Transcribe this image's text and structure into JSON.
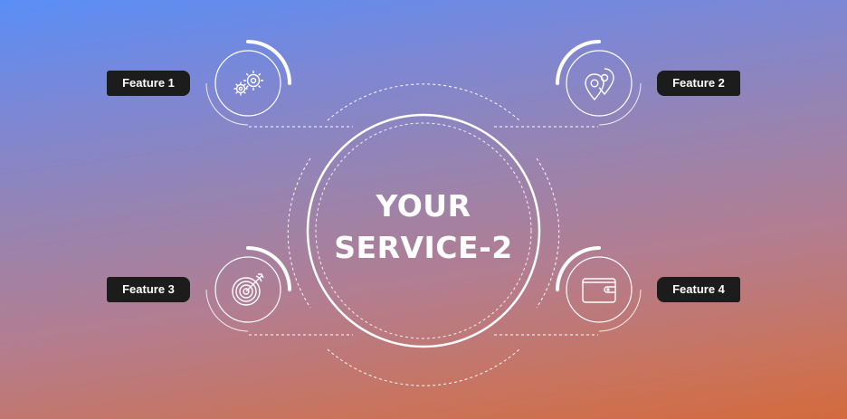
{
  "center": {
    "line1": "YOUR",
    "line2": "SERVICE-2"
  },
  "features": [
    {
      "label": "Feature 1",
      "icon": "gears-icon"
    },
    {
      "label": "Feature 2",
      "icon": "map-pins-icon"
    },
    {
      "label": "Feature 3",
      "icon": "target-icon"
    },
    {
      "label": "Feature 4",
      "icon": "wallet-icon"
    }
  ],
  "colors": {
    "gradient_top": "#5a8ef6",
    "gradient_bottom": "#d46a3d",
    "label_bg": "#1c1c1c",
    "line": "#ffffff"
  }
}
